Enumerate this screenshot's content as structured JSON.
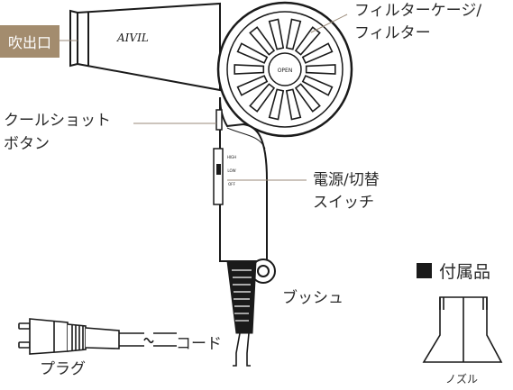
{
  "labels": {
    "outlet": "吹出口",
    "filter_line1": "フィルターケージ/",
    "filter_line2": "フィルター",
    "cool_shot_line1": "クールショット",
    "cool_shot_line2": "ボタン",
    "power_switch_line1": "電源/切替",
    "power_switch_line2": "スイッチ",
    "bush": "ブッシュ",
    "cord": "コード",
    "plug": "プラグ",
    "accessories_title": "付属品",
    "nozzle": "ノズル"
  },
  "product": {
    "brand": "AIVIL",
    "filter_text": "OPEN",
    "switch_positions": [
      "HIGH",
      "LOW",
      "OFF"
    ]
  },
  "colors": {
    "tag_background": "#a38c6e",
    "leader_line": "#9a8a78",
    "outline": "#1a1a1a"
  }
}
